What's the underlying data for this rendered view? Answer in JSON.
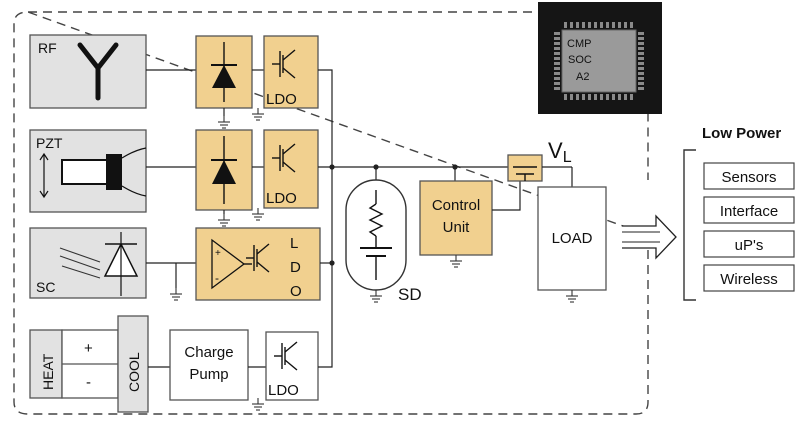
{
  "sources": {
    "rf": "RF",
    "pzt": "PZT",
    "sc": "SC",
    "heat": "HEAT",
    "plus": "+",
    "minus": "-",
    "cool": "COOL"
  },
  "blocks": {
    "ldo": "LDO",
    "ldo_vertical": [
      "L",
      "D",
      "O"
    ],
    "charge_pump": [
      "Charge",
      "Pump"
    ],
    "control_unit": [
      "Control",
      "Unit"
    ],
    "load": "LOAD",
    "storage": "SD",
    "rail_label": "V",
    "rail_subscript": "L"
  },
  "chip": {
    "marking": [
      "CMP",
      "SOC",
      "A2"
    ]
  },
  "low_power": {
    "title": "Low Power",
    "items": [
      "Sensors",
      "Interface",
      "uP's",
      "Wireless"
    ]
  },
  "colors": {
    "block_fill": "#f1d08f",
    "source_fill": "#e2e2e2",
    "border": "#555555",
    "chip": "#151515"
  },
  "icons": [
    "antenna-icon",
    "piezo-icon",
    "photodiode-icon",
    "diode-icon",
    "transistor-icon",
    "opamp-icon",
    "battery-icon",
    "mosfet-icon",
    "arrow-right-icon",
    "ground-icon"
  ]
}
